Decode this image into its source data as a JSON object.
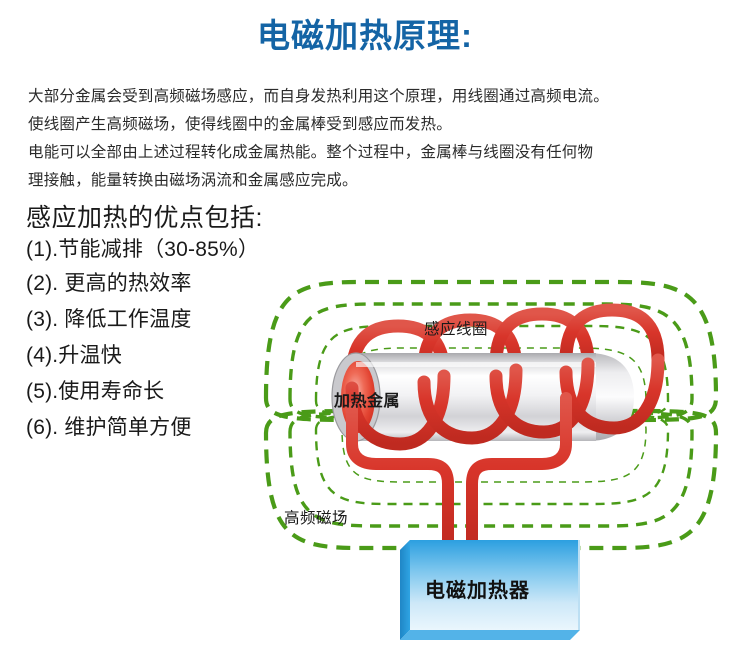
{
  "title": "电磁加热原理:",
  "colors": {
    "title_blue": "#1464a5",
    "field_green": "#4a9b18",
    "coil_red": "#d8352a",
    "heater_blue": "#2a9ade",
    "body_text": "#2b2b2b"
  },
  "intro": {
    "lines": [
      "大部分金属会受到高频磁场感应，而自身发热利用这个原理，用线圈通过高频电流。",
      "使线圈产生高频磁场，使得线圈中的金属棒受到感应而发热。",
      "电能可以全部由上述过程转化成金属热能。整个过程中，金属棒与线圈没有任何物",
      "理接触，能量转换由磁场涡流和金属感应完成。"
    ]
  },
  "benefits": {
    "heading": "感应加热的优点包括:",
    "items": [
      "(1).节能减排（30-85%）",
      "(2). 更高的热效率",
      "(3). 降低工作温度",
      "(4).升温快",
      "(5).使用寿命长",
      "(6). 维护简单方便"
    ]
  },
  "diagram": {
    "labels": {
      "coil": "感应线圈",
      "field": "高频磁场",
      "metal": "加热金属",
      "heater": "电磁加热器"
    },
    "parts": {
      "induction_coil": "induction-coil",
      "metal_bar": "heated-metal-bar",
      "field_lines": "magnetic-field-lines",
      "heater_box": "electromagnetic-heater-box",
      "lead_wires": "coil-lead-wires"
    }
  }
}
